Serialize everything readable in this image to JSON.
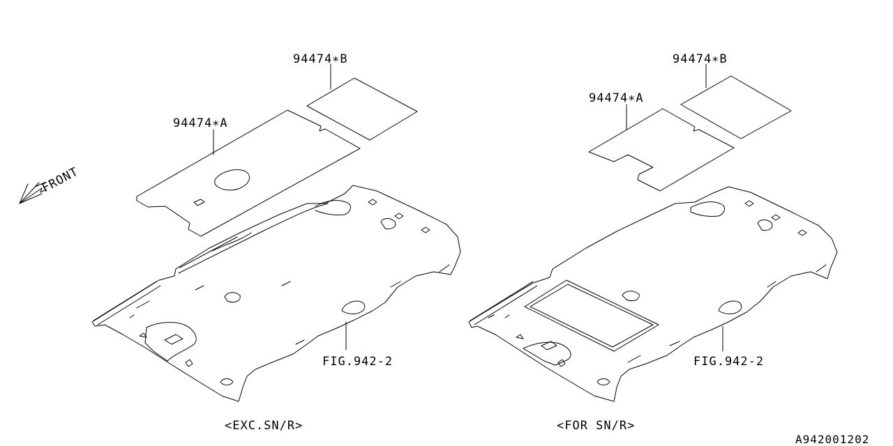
{
  "direction_label": "FRONT",
  "left_view": {
    "caption": "<EXC.SN/R>",
    "part_a": "94474∗A",
    "part_b": "94474∗B",
    "fig_ref": "FIG.942-2"
  },
  "right_view": {
    "caption": "<FOR SN/R>",
    "part_a": "94474∗A",
    "part_b": "94474∗B",
    "fig_ref": "FIG.942-2"
  },
  "diagram_code": "A942001202"
}
